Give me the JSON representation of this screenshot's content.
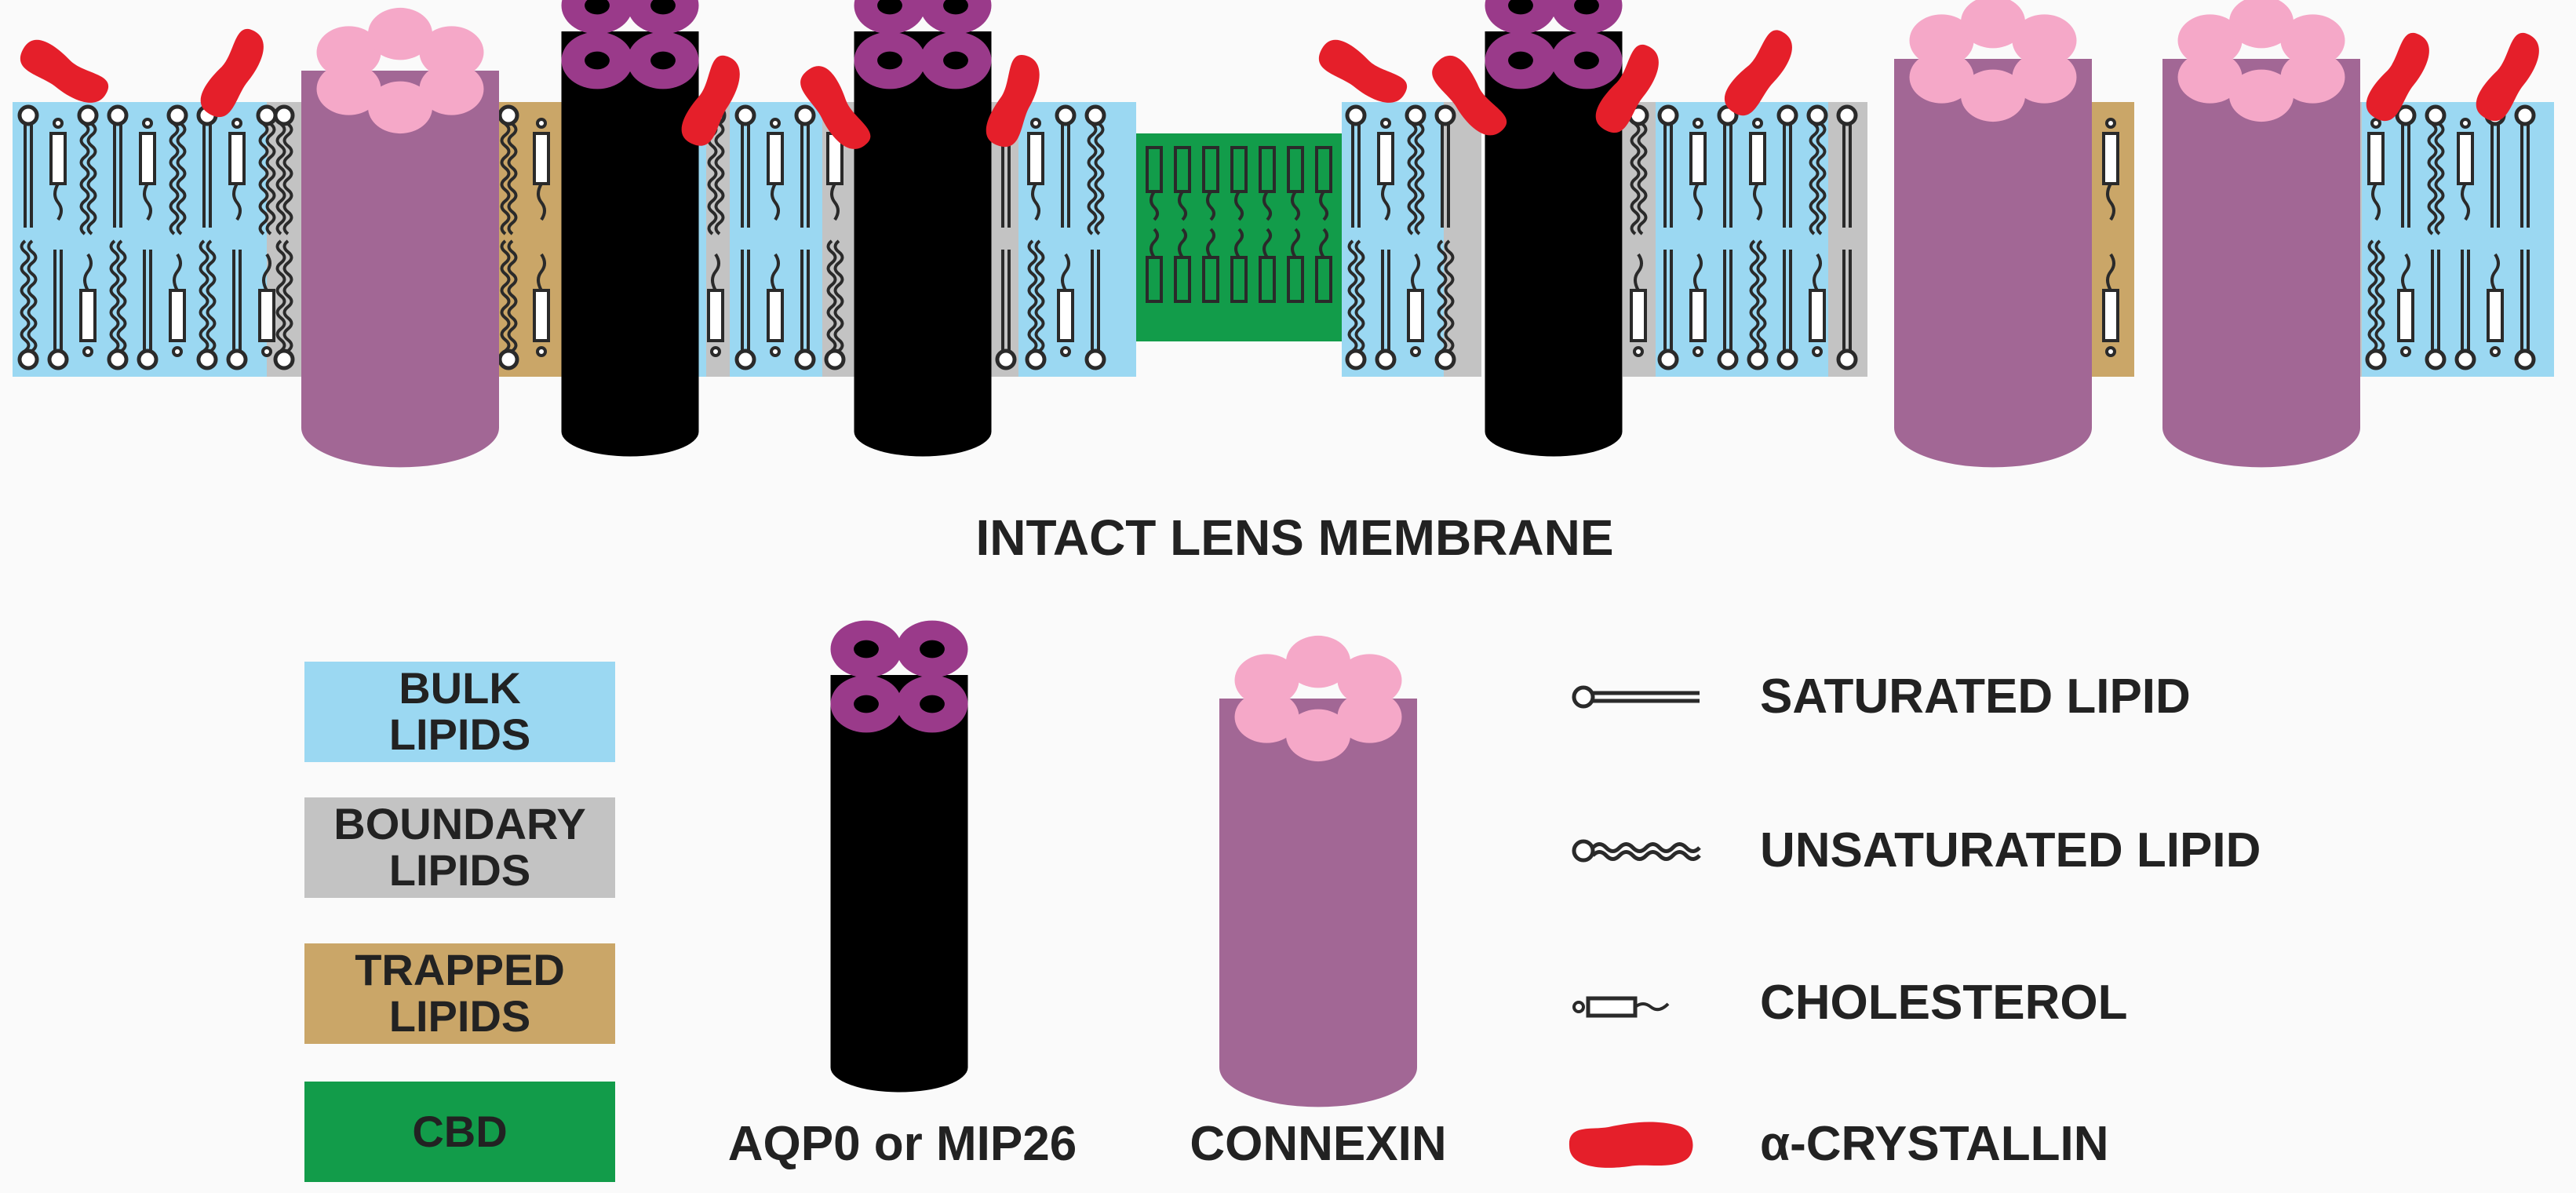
{
  "title": "INTACT LENS MEMBRANE",
  "colors": {
    "bulk": "#9bd8f2",
    "boundary": "#c3c3c3",
    "trapped": "#caa668",
    "cbd": "#129c4a",
    "connexin_body": "#a26795",
    "connexin_top": "#f5a8c8",
    "aqp0_body": "#000000",
    "aqp0_top": "#9a3a8a",
    "crystallin": "#e51f2a"
  },
  "swatches": [
    {
      "label_l1": "BULK",
      "label_l2": "LIPIDS",
      "color": "#9bd8f2"
    },
    {
      "label_l1": "BOUNDARY",
      "label_l2": "LIPIDS",
      "color": "#c3c3c3"
    },
    {
      "label_l1": "TRAPPED",
      "label_l2": "LIPIDS",
      "color": "#caa668"
    },
    {
      "label_l1": "CBD",
      "label_l2": "",
      "color": "#129c4a"
    }
  ],
  "proteins": {
    "aqp0_label": "AQP0 or MIP26",
    "connexin_label": "CONNEXIN"
  },
  "legend": [
    {
      "icon": "saturated-lipid-icon",
      "label": "SATURATED LIPID"
    },
    {
      "icon": "unsaturated-lipid-icon",
      "label": "UNSATURATED LIPID"
    },
    {
      "icon": "cholesterol-icon",
      "label": "CHOLESTEROL"
    },
    {
      "icon": "crystallin-icon",
      "label": "α-CRYSTALLIN"
    }
  ]
}
